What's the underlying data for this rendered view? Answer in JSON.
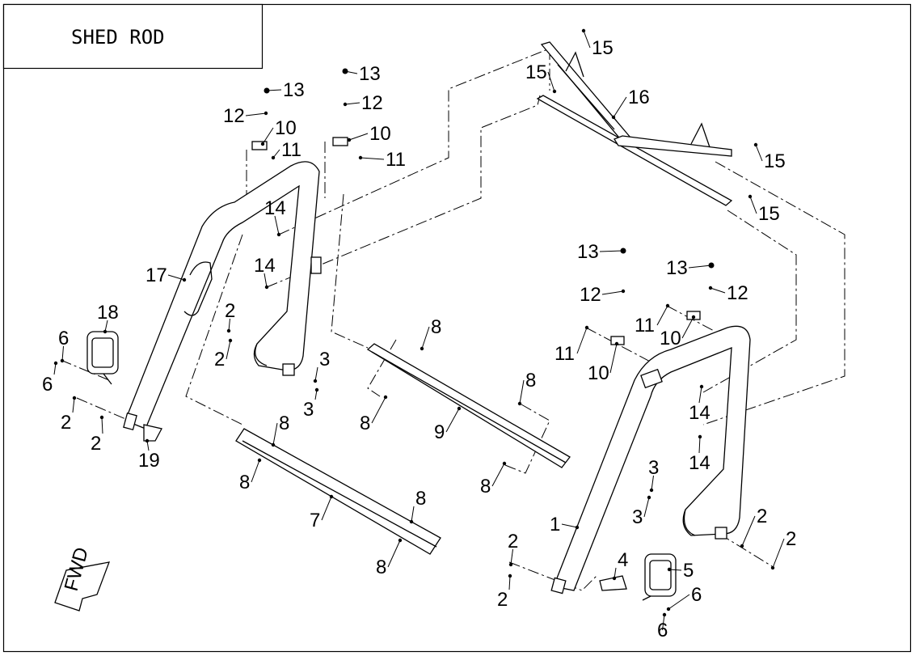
{
  "title": "SHED ROD",
  "fwd_label": "FWD",
  "callouts": [
    {
      "id": "c1",
      "label": "1"
    },
    {
      "id": "c2a",
      "label": "2"
    },
    {
      "id": "c2b",
      "label": "2"
    },
    {
      "id": "c2c",
      "label": "2"
    },
    {
      "id": "c2d",
      "label": "2"
    },
    {
      "id": "c2e",
      "label": "2"
    },
    {
      "id": "c2f",
      "label": "2"
    },
    {
      "id": "c2g",
      "label": "2"
    },
    {
      "id": "c2h",
      "label": "2"
    },
    {
      "id": "c3a",
      "label": "3"
    },
    {
      "id": "c3b",
      "label": "3"
    },
    {
      "id": "c3c",
      "label": "3"
    },
    {
      "id": "c3d",
      "label": "3"
    },
    {
      "id": "c4",
      "label": "4"
    },
    {
      "id": "c5",
      "label": "5"
    },
    {
      "id": "c6a",
      "label": "6"
    },
    {
      "id": "c6b",
      "label": "6"
    },
    {
      "id": "c6c",
      "label": "6"
    },
    {
      "id": "c6d",
      "label": "6"
    },
    {
      "id": "c7",
      "label": "7"
    },
    {
      "id": "c8a",
      "label": "8"
    },
    {
      "id": "c8b",
      "label": "8"
    },
    {
      "id": "c8c",
      "label": "8"
    },
    {
      "id": "c8d",
      "label": "8"
    },
    {
      "id": "c8e",
      "label": "8"
    },
    {
      "id": "c8f",
      "label": "8"
    },
    {
      "id": "c8g",
      "label": "8"
    },
    {
      "id": "c8h",
      "label": "8"
    },
    {
      "id": "c9",
      "label": "9"
    },
    {
      "id": "c10a",
      "label": "10"
    },
    {
      "id": "c10b",
      "label": "10"
    },
    {
      "id": "c10c",
      "label": "10"
    },
    {
      "id": "c10d",
      "label": "10"
    },
    {
      "id": "c11a",
      "label": "11"
    },
    {
      "id": "c11b",
      "label": "11"
    },
    {
      "id": "c11c",
      "label": "11"
    },
    {
      "id": "c11d",
      "label": "11"
    },
    {
      "id": "c12a",
      "label": "12"
    },
    {
      "id": "c12b",
      "label": "12"
    },
    {
      "id": "c12c",
      "label": "12"
    },
    {
      "id": "c12d",
      "label": "12"
    },
    {
      "id": "c13a",
      "label": "13"
    },
    {
      "id": "c13b",
      "label": "13"
    },
    {
      "id": "c13c",
      "label": "13"
    },
    {
      "id": "c13d",
      "label": "13"
    },
    {
      "id": "c14a",
      "label": "14"
    },
    {
      "id": "c14b",
      "label": "14"
    },
    {
      "id": "c14c",
      "label": "14"
    },
    {
      "id": "c14d",
      "label": "14"
    },
    {
      "id": "c15a",
      "label": "15"
    },
    {
      "id": "c15b",
      "label": "15"
    },
    {
      "id": "c15c",
      "label": "15"
    },
    {
      "id": "c15d",
      "label": "15"
    },
    {
      "id": "c16",
      "label": "16"
    },
    {
      "id": "c17",
      "label": "17"
    },
    {
      "id": "c18",
      "label": "18"
    },
    {
      "id": "c19",
      "label": "19"
    }
  ]
}
